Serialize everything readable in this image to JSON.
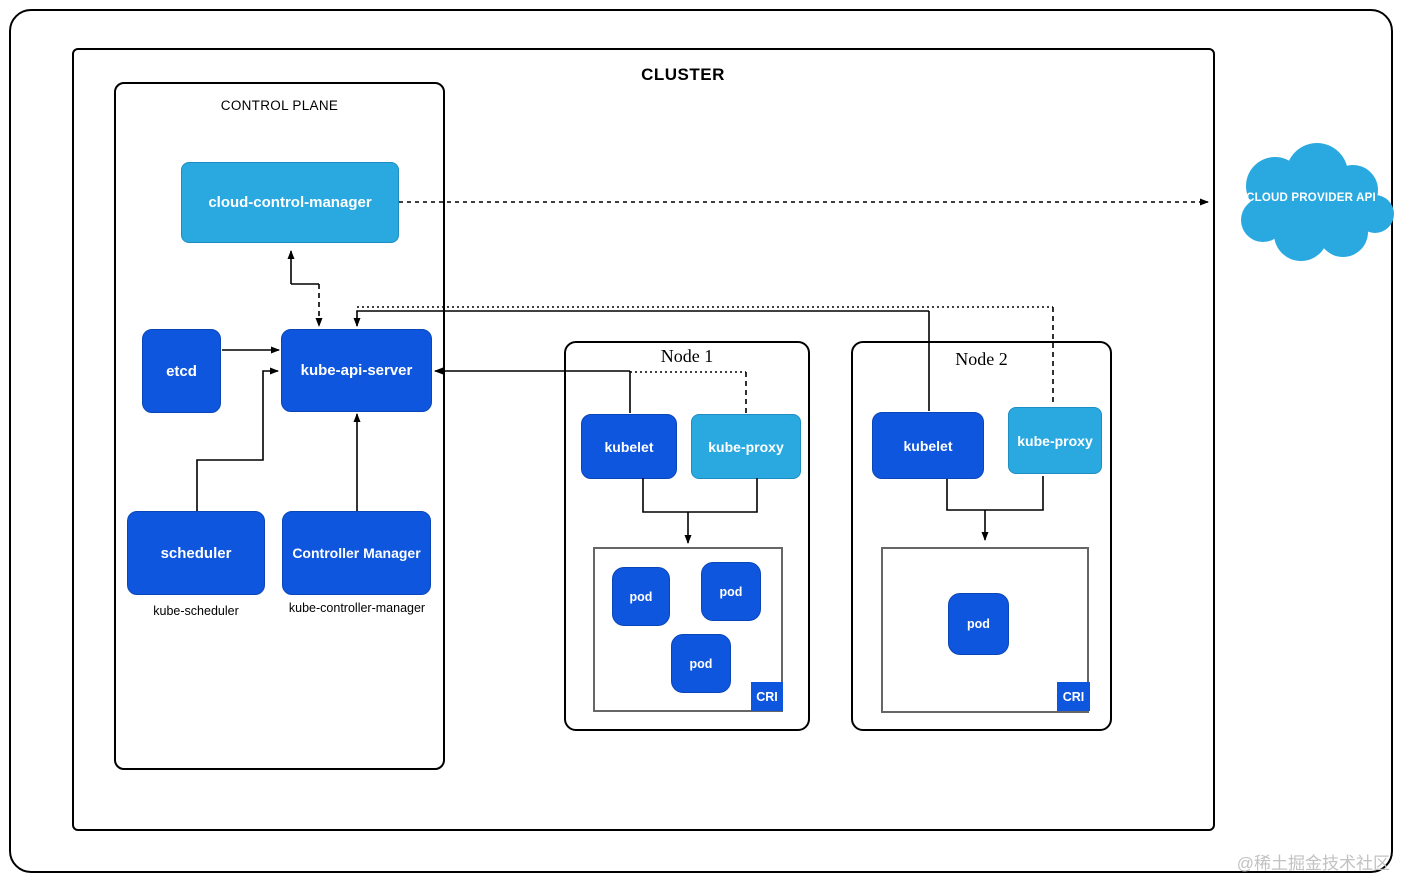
{
  "diagram": {
    "cluster_label": "CLUSTER",
    "control_plane": {
      "label": "CONTROL PLANE",
      "cloud_control_manager": "cloud-control-manager",
      "etcd": "etcd",
      "kube_api_server": "kube-api-server",
      "scheduler": "scheduler",
      "scheduler_caption": "kube-scheduler",
      "controller_manager": "Controller Manager",
      "controller_manager_caption": "kube-controller-manager"
    },
    "node1": {
      "title": "Node 1",
      "kubelet": "kubelet",
      "kube_proxy": "kube-proxy",
      "pods": [
        "pod",
        "pod",
        "pod"
      ],
      "cri": "CRI"
    },
    "node2": {
      "title": "Node 2",
      "kubelet": "kubelet",
      "kube_proxy": "kube-proxy",
      "pods": [
        "pod"
      ],
      "cri": "CRI"
    },
    "cloud_provider_api": "CLOUD PROVIDER API",
    "watermark": "@稀土掘金技术社区",
    "colors": {
      "dark_blue": "#0f56de",
      "light_blue": "#29a9e0"
    }
  }
}
